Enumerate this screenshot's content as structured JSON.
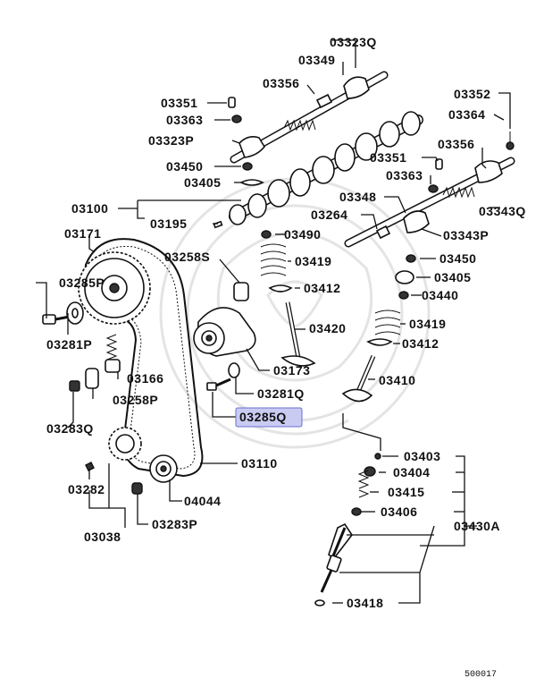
{
  "figure_code": "500017",
  "highlight_color": "#c9cbf2",
  "labels": {
    "p03323Q_top": "03323Q",
    "p03349": "03349",
    "p03351_l": "03351",
    "p03356_l": "03356",
    "p03363_l": "03363",
    "p03323P": "03323P",
    "p03450_l": "03450",
    "p03405_l": "03405",
    "p03100": "03100",
    "p03195": "03195",
    "p03171": "03171",
    "p03285P": "03285P",
    "p03281P": "03281P",
    "p03258S": "03258S",
    "p03166": "03166",
    "p03258P": "03258P",
    "p03283Q": "03283Q",
    "p03282": "03282",
    "p03038": "03038",
    "p03283P": "03283P",
    "p04044": "04044",
    "p03110": "03110",
    "p03285Q": "03285Q",
    "p03281Q": "03281Q",
    "p03173": "03173",
    "p03420": "03420",
    "p03412_l": "03412",
    "p03419_l": "03419",
    "p03490": "03490",
    "p03264": "03264",
    "p03348": "03348",
    "p03352": "03352",
    "p03364": "03364",
    "p03356_r": "03356",
    "p03351_r": "03351",
    "p03363_r": "03363",
    "p03343Q": "03343Q",
    "p03343P": "03343P",
    "p03450_r": "03450",
    "p03405_r": "03405",
    "p03440": "03440",
    "p03419_r": "03419",
    "p03412_r": "03412",
    "p03410": "03410",
    "p03403": "03403",
    "p03404": "03404",
    "p03415": "03415",
    "p03406": "03406",
    "p03430A": "03430A",
    "p03418": "03418"
  }
}
